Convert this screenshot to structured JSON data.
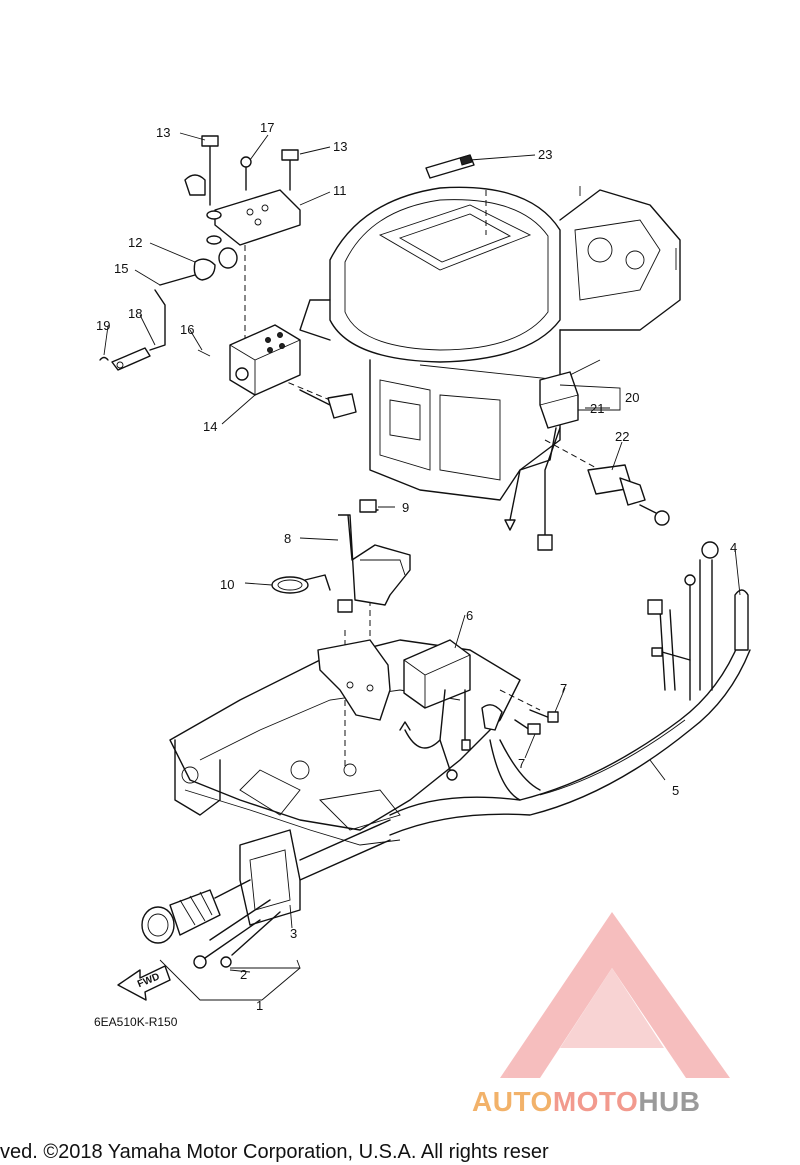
{
  "diagram": {
    "part_code": "6EA510K-R150",
    "fwd_label": "FWD",
    "callouts": [
      "1",
      "2",
      "3",
      "4",
      "5",
      "6",
      "7",
      "7",
      "8",
      "9",
      "10",
      "11",
      "12",
      "13",
      "13",
      "14",
      "15",
      "16",
      "17",
      "18",
      "19",
      "20",
      "21",
      "22",
      "23"
    ]
  },
  "watermark": {
    "auto": "AUTO",
    "moto": "MOTO",
    "hub": "HUB",
    "colors": {
      "auto": "#f2b26a",
      "moto": "#f29a8e",
      "hub": "#9a9a9a",
      "logo": "#f4a0a0"
    }
  },
  "footer": {
    "copyright": "ved.        ©2018 Yamaha Motor Corporation, U.S.A. All rights reser"
  }
}
